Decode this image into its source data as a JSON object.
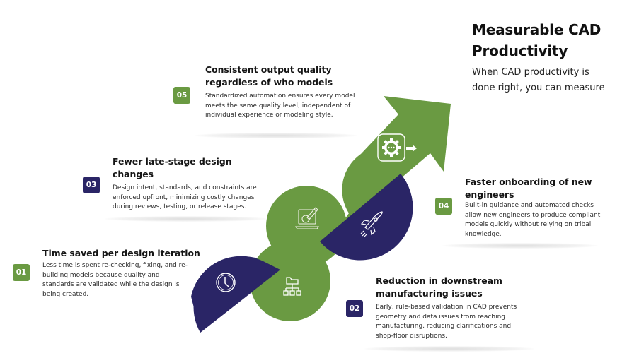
{
  "header": {
    "title_line1": "Measurable CAD",
    "title_line2": "Productivity",
    "subtitle_line1": "When CAD productivity is",
    "subtitle_line2": "done right, you can measure"
  },
  "colors": {
    "green": "#6a9a42",
    "navy": "#2a2566",
    "text": "#1b1b1b",
    "background": "#ffffff"
  },
  "items": [
    {
      "number": "01",
      "badge_color": "green",
      "title": "Time saved per design iteration",
      "desc_lines": [
        "Less time is spent re-checking, fixing, and re-",
        "building models because quality and",
        "standards are validated while the design is",
        "being created."
      ],
      "icon": "clock-icon"
    },
    {
      "number": "02",
      "badge_color": "navy",
      "title_line1": "Reduction in downstream",
      "title_line2": "manufacturing issues",
      "desc_lines": [
        "Early, rule-based validation in CAD prevents",
        "geometry and data issues from reaching",
        "manufacturing, reducing clarifications and",
        "shop-floor disruptions."
      ],
      "icon": "folder-hierarchy-icon"
    },
    {
      "number": "03",
      "badge_color": "navy",
      "title_line1": "Fewer late-stage design",
      "title_line2": "changes",
      "desc_lines": [
        "Design intent, standards, and constraints are",
        "enforced upfront, minimizing costly changes",
        "during reviews, testing, or release stages."
      ],
      "icon": "laptop-design-icon"
    },
    {
      "number": "04",
      "badge_color": "green",
      "title_line1": "Faster onboarding of new",
      "title_line2": "engineers",
      "desc_lines": [
        "Built-in guidance and automated checks",
        "allow new engineers to produce compliant",
        "models quickly without relying on tribal",
        "knowledge."
      ],
      "icon": "rocket-icon"
    },
    {
      "number": "05",
      "badge_color": "green",
      "title_line1": "Consistent output quality",
      "title_line2": "regardless of who models",
      "desc_lines": [
        "Standardized automation ensures every model",
        "meets the same quality level, independent of",
        "individual experience or modeling style."
      ],
      "icon": "gear-automation-icon"
    }
  ]
}
